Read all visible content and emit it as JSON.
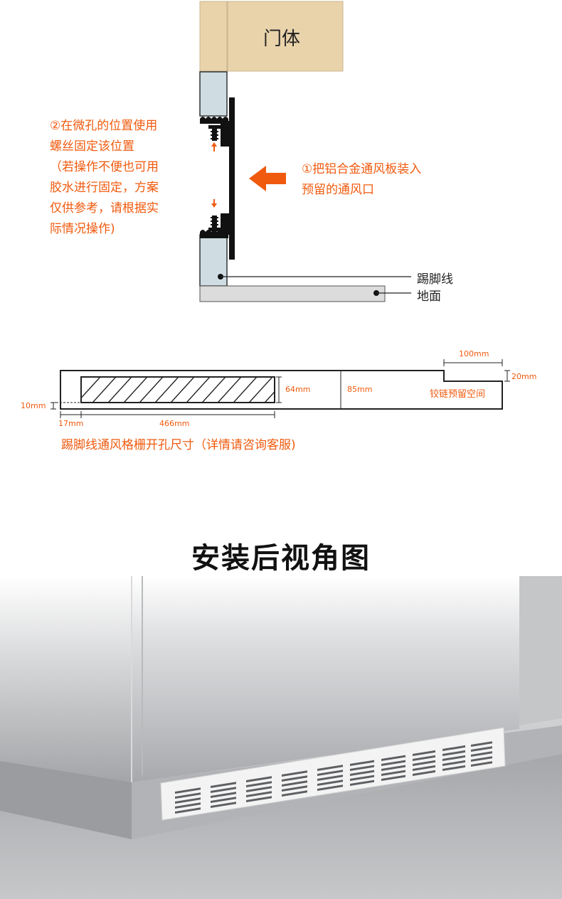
{
  "diagram1": {
    "door_label": "门体",
    "note2_lines": [
      "②在微孔的位置使用",
      "螺丝固定该位置",
      "（若操作不便也可用",
      "胶水进行固定，方案",
      "仅供参考，请根据实",
      "际情况操作)"
    ],
    "note1_lines": [
      "①把铝合金通风板装入",
      "预留的通风口"
    ],
    "kickboard_label": "踢脚线",
    "floor_label": "地面"
  },
  "diagram2": {
    "dims": {
      "w100": "100mm",
      "h20": "20mm",
      "h64": "64mm",
      "h85": "85mm",
      "h10": "10mm",
      "w17": "17mm",
      "w466": "466mm"
    },
    "hinge_label": "铰链预留空间",
    "caption": "踢脚线通风格栅开孔尺寸（详情请咨询客服)"
  },
  "section": {
    "title": "安装后视角图"
  },
  "colors": {
    "accent": "#f05a0e",
    "door_panel": "#e9d3ab",
    "kick_panel": "#cfdde3",
    "floor_strip": "#dcdcdc"
  }
}
